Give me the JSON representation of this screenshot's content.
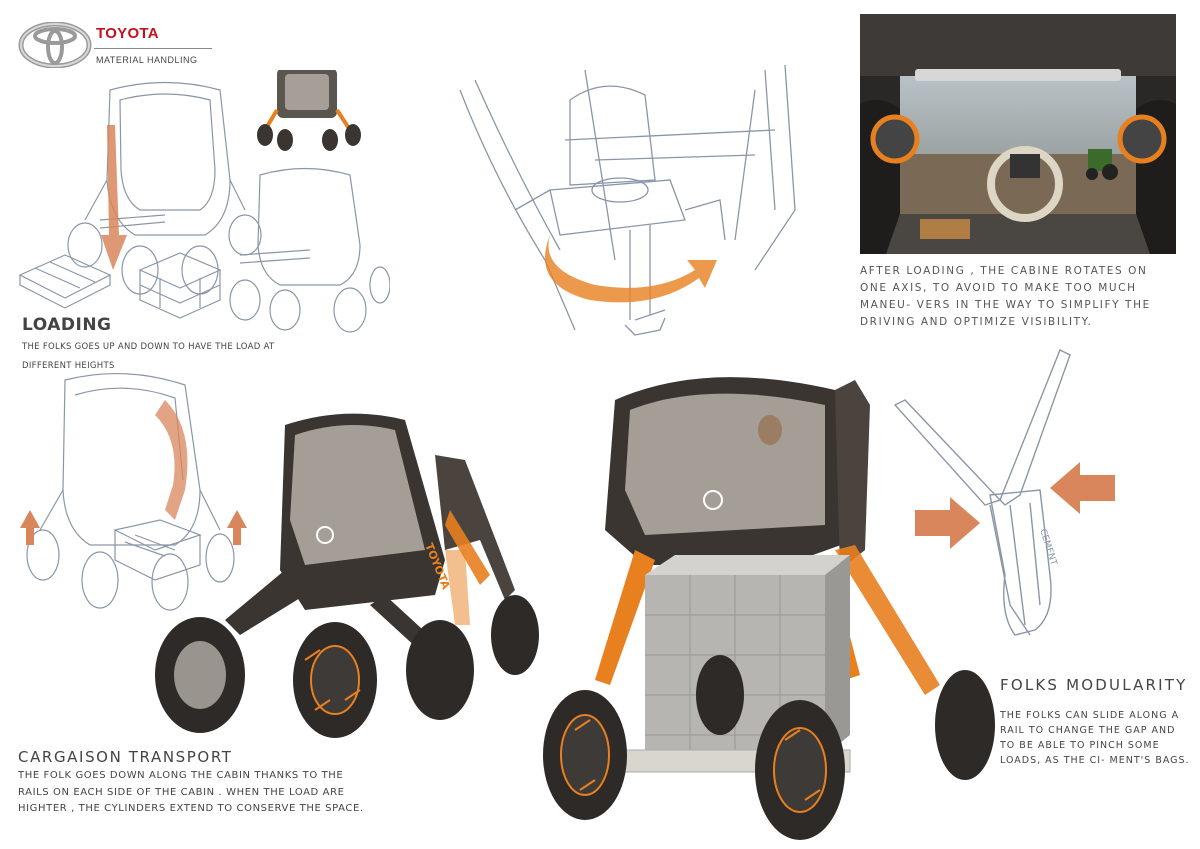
{
  "brand": {
    "name": "TOYOTA",
    "subtitle": "MATERIAL HANDLING",
    "logo_icon": "toyota-logo-icon",
    "color": "#c3111e"
  },
  "sections": {
    "loading": {
      "title": "LOADING",
      "text": "THE FOLKS GOES UP AND DOWN TO HAVE THE LOAD AT DIFFERENT HEIGHTS"
    },
    "after_loading": {
      "text": "AFTER LOADING , THE CABINE ROTATES ON ONE AXIS, TO AVOID TO MAKE TOO MUCH MANEU- VERS  IN THE WAY TO SIMPLIFY THE DRIVING AND OPTIMIZE VISIBILITY."
    },
    "folks_modularity": {
      "title": "FOLKS MODULARITY",
      "text": "THE FOLKS CAN SLIDE ALONG A RAIL TO CHANGE THE GAP AND TO BE ABLE TO PINCH SOME LOADS, AS THE CI- MENT'S BAGS."
    },
    "cargaison": {
      "title": "CARGAISON TRANSPORT",
      "text": "THE FOLK GOES DOWN ALONG THE CABIN THANKS TO THE RAILS ON EACH SIDE OF THE CABIN . WHEN THE LOAD ARE HIGHTER , THE CYLINDERS EXTEND TO CONSERVE THE SPACE."
    }
  },
  "fork_label": "CEMENT",
  "colors": {
    "accent_orange": "#e8801f",
    "arrow_orange": "#d9865c",
    "body_dark": "#3a3530",
    "sketch_line": "#8a96a8"
  }
}
